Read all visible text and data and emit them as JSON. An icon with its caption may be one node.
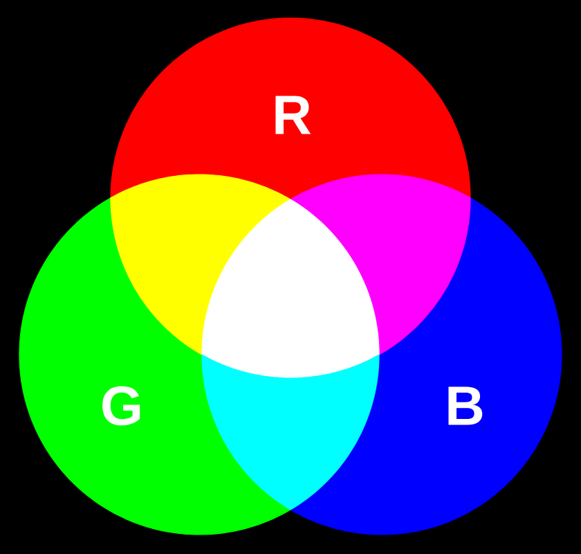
{
  "diagram": {
    "nodes": [
      {
        "text": [
          "R"
        ]
      },
      {
        "text": [
          "G"
        ]
      },
      {
        "text": [
          "B"
        ]
      },
      {
        "text": [],
        "shape": "triangle"
      },
      {
        "text": [],
        "shape": "triangle"
      },
      {
        "text": [],
        "shape": "triangle"
      },
      {
        "text": [],
        "shape": "triangle"
      }
    ]
  }
}
